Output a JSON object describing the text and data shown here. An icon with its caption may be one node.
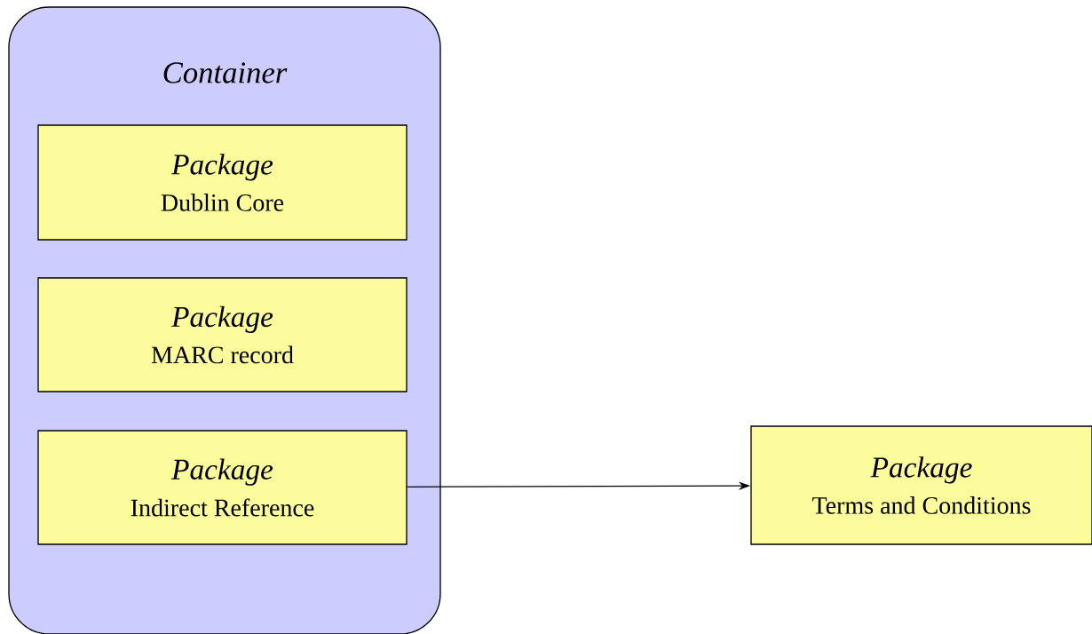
{
  "diagram": {
    "nodes": [
      {
        "text": [
          "Container"
        ]
      },
      {
        "text": [
          "Package",
          "Dublin Core"
        ],
        "in": 0
      },
      {
        "text": [
          "Package",
          "MARC record"
        ],
        "in": 0
      },
      {
        "text": [
          "Package",
          "Indirect Reference"
        ],
        "in": 0
      },
      {
        "text": [
          "Package",
          "Terms and Conditions"
        ]
      }
    ],
    "edges": [
      {
        "from": 3,
        "to": 4,
        "arrow": "to"
      }
    ]
  }
}
